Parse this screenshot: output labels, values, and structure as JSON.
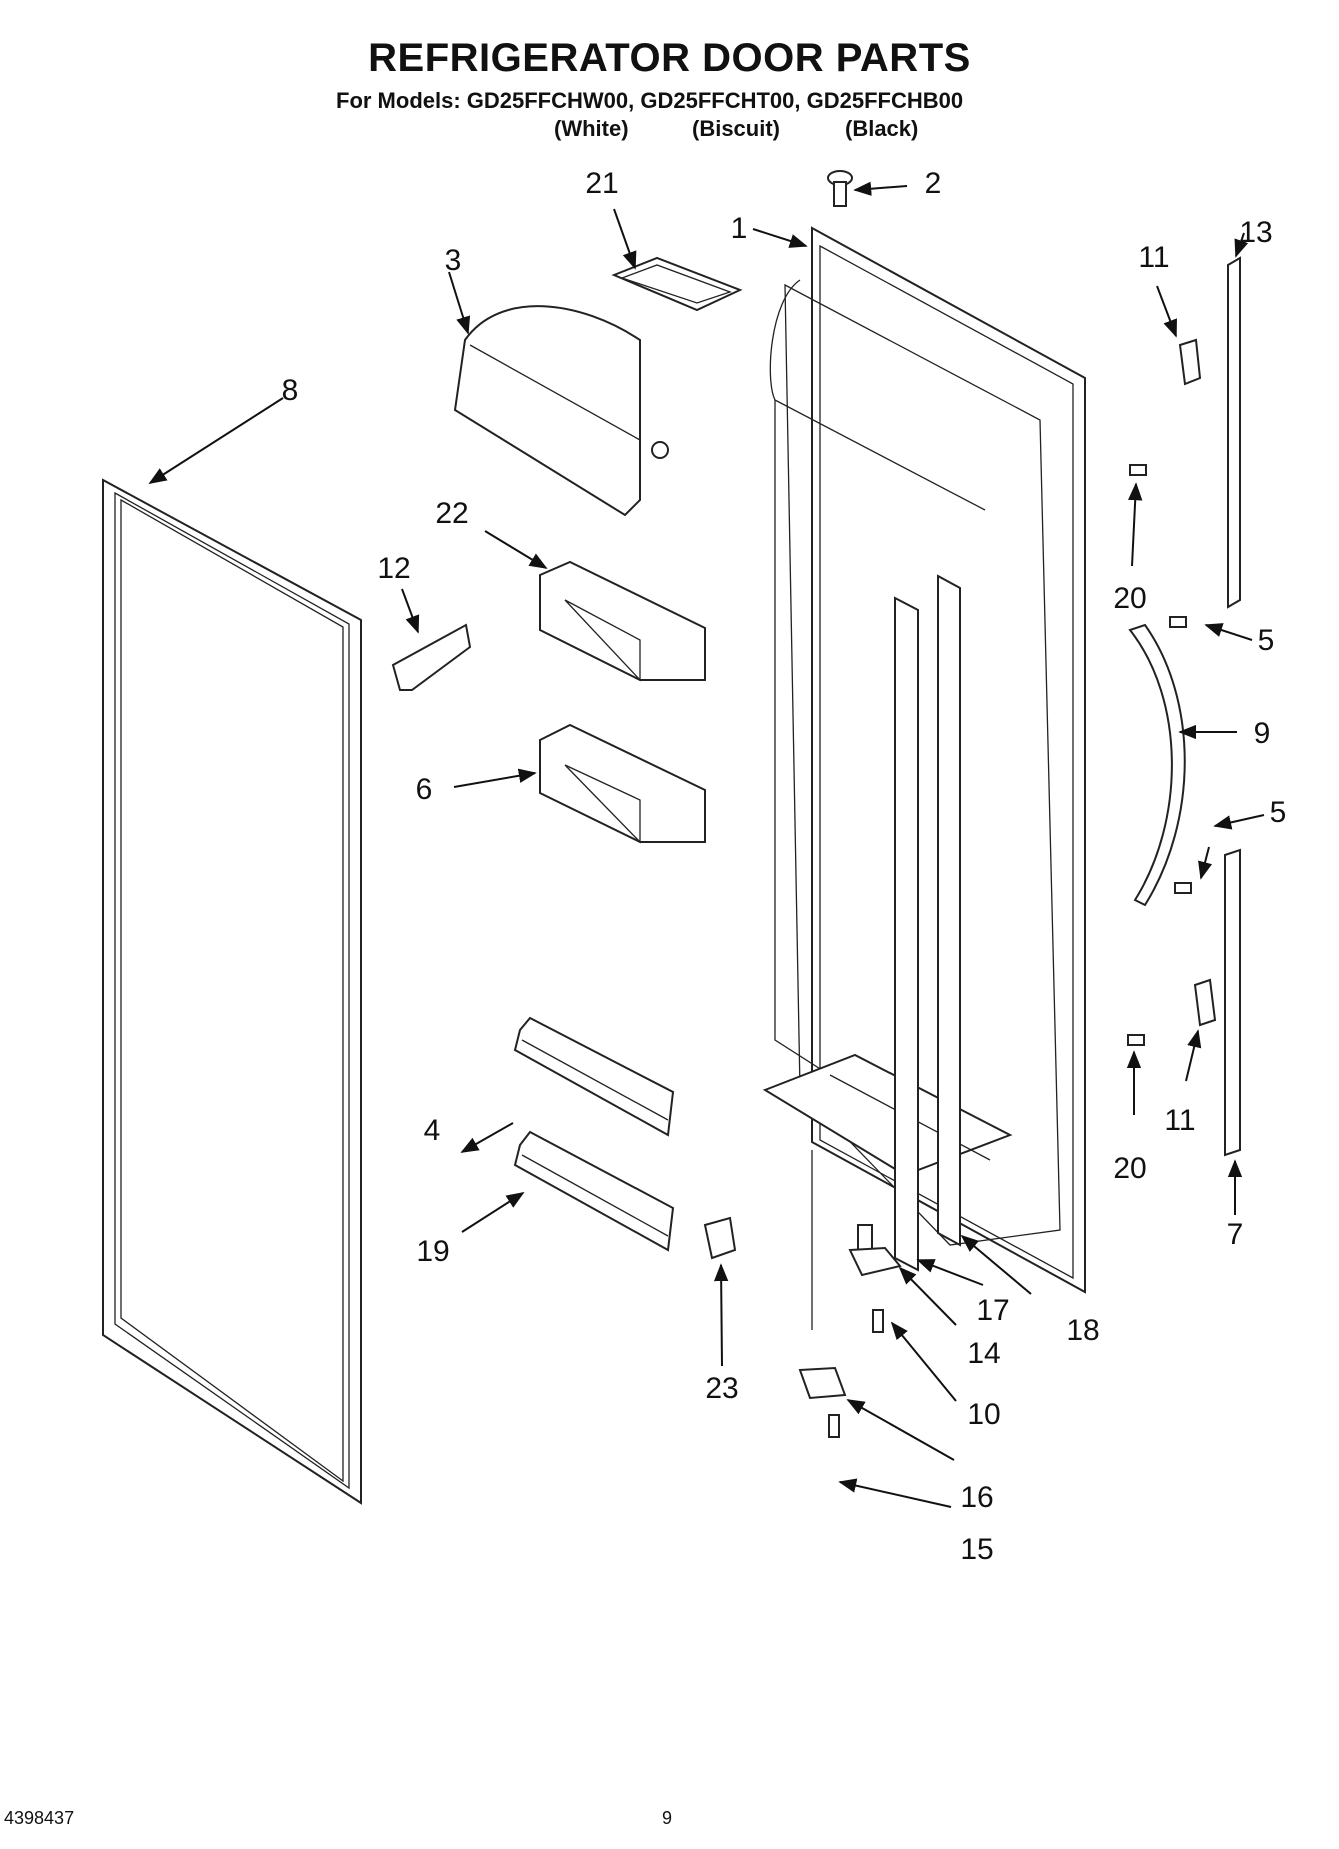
{
  "header": {
    "title": "REFRIGERATOR DOOR PARTS",
    "models_line": "For Models: GD25FFCHW00, GD25FFCHT00, GD25FFCHB00",
    "variants": [
      "(White)",
      "(Biscuit)",
      "(Black)"
    ]
  },
  "callouts": [
    "1",
    "2",
    "3",
    "4",
    "5",
    "5",
    "6",
    "7",
    "8",
    "9",
    "10",
    "11",
    "11",
    "12",
    "13",
    "14",
    "15",
    "16",
    "17",
    "18",
    "19",
    "20",
    "20",
    "21",
    "22",
    "23"
  ],
  "footer": {
    "doc_number": "4398437",
    "page_number": "9"
  }
}
